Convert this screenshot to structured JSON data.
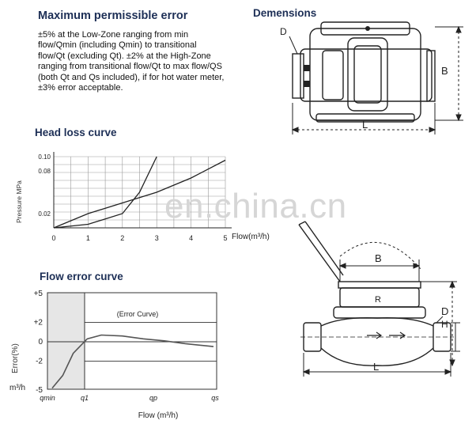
{
  "sections": {
    "mpe_title": "Maximum permissible error",
    "mpe_text": [
      "±5% at the Low-Zone ranging from min",
      "flow/Qmin (including Qmin) to transitional",
      "flow/Qt (excluding Qt). ±2% at the High-Zone",
      "ranging from transitional flow/Qt to max flow/QS",
      "(both Qt and Qs included), if for hot water meter,",
      "±3% error acceptable."
    ],
    "dims_title": "Demensions",
    "head_title": "Head loss curve",
    "flow_title": "Flow error curve"
  },
  "watermark": "en.china.cn",
  "dims_labels": {
    "d": "D",
    "b": "B",
    "l": "L"
  },
  "meter_labels": {
    "b": "B",
    "d": "D",
    "h": "H",
    "l": "L"
  },
  "chart_data": [
    {
      "type": "line",
      "title": "Head loss curve",
      "xlabel": "Flow(m³/h)",
      "ylabel": "Pressure MPa",
      "x_ticks": [
        "0",
        "1",
        "2",
        "3",
        "4",
        "5"
      ],
      "y_ticks": [
        "0.10",
        "0.08",
        "0.02"
      ],
      "y_tick_values": [
        0.1,
        0.08,
        0.02
      ],
      "xlim": [
        0,
        5
      ],
      "ylim": [
        0,
        0.1
      ],
      "grid": true,
      "series": [
        {
          "x": [
            0,
            1,
            2,
            2.5,
            3
          ],
          "y": [
            0,
            0.005,
            0.02,
            0.05,
            0.1
          ]
        },
        {
          "x": [
            0,
            1,
            2,
            3,
            4,
            5
          ],
          "y": [
            0,
            0.02,
            0.035,
            0.05,
            0.07,
            0.095
          ]
        }
      ]
    },
    {
      "type": "line",
      "title": "Flow error curve",
      "xlabel": "Flow (m³/h)",
      "ylabel": "Error(%)",
      "legend_label": "(Error Curve)",
      "y_ticks": [
        "+5",
        "+2",
        "0",
        "-2",
        "-5"
      ],
      "y_tick_values": [
        5,
        2,
        0,
        -2,
        -5
      ],
      "x_ticks": [
        "qmin",
        "q1",
        "qp",
        "qs"
      ],
      "extra_label": "m³/h",
      "series": [
        {
          "x": [
            0,
            0.3,
            0.6,
            1.0,
            1.4,
            2.0,
            2.6,
            3.2,
            3.8,
            4.6
          ],
          "y": [
            -4.8,
            -3.5,
            -1.2,
            0.3,
            0.7,
            0.6,
            0.3,
            0.1,
            -0.2,
            -0.5
          ]
        }
      ]
    }
  ]
}
